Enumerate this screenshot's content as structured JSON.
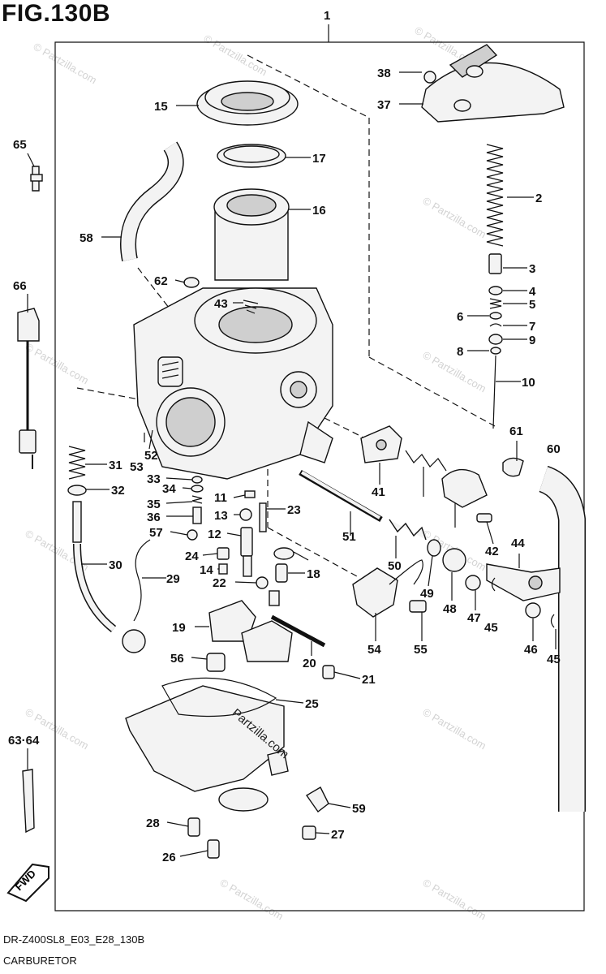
{
  "figure": {
    "title": "FIG.130B",
    "code": "DR-Z400SL8_E03_E28_130B",
    "caption": "CARBURETOR",
    "assembly_label": "1",
    "watermark": "© Partzilla.com",
    "center_watermark": "Partzilla.com",
    "fwd_label": "FWD"
  },
  "callouts": [
    "2",
    "3",
    "4",
    "5",
    "6",
    "7",
    "8",
    "9",
    "10",
    "11",
    "12",
    "13",
    "14",
    "15",
    "16",
    "17",
    "18",
    "19",
    "20",
    "21",
    "22",
    "23",
    "24",
    "25",
    "26",
    "27",
    "28",
    "29",
    "30",
    "31",
    "32",
    "33",
    "34",
    "35",
    "36",
    "37",
    "38",
    "41",
    "42",
    "43",
    "44",
    "45",
    "45",
    "46",
    "47",
    "48",
    "49",
    "50",
    "51",
    "52",
    "53",
    "54",
    "55",
    "56",
    "57",
    "58",
    "59",
    "60",
    "61",
    "62",
    "63·64",
    "65",
    "66"
  ]
}
